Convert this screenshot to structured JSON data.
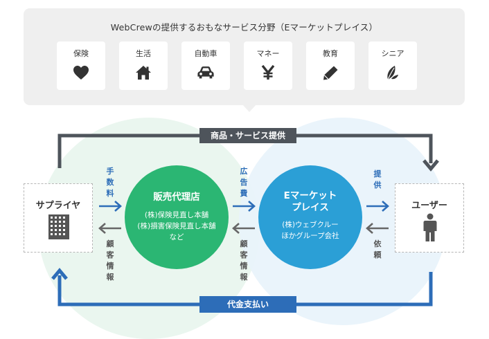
{
  "panel": {
    "title": "WebCrewの提供するおもなサービス分野（Eマーケットプレイス）",
    "categories": [
      {
        "label": "保険",
        "icon": "heart-icon"
      },
      {
        "label": "生活",
        "icon": "house-icon"
      },
      {
        "label": "自動車",
        "icon": "car-icon"
      },
      {
        "label": "マネー",
        "icon": "yen-icon"
      },
      {
        "label": "教育",
        "icon": "pencil-icon"
      },
      {
        "label": "シニア",
        "icon": "leaf-icon"
      }
    ]
  },
  "flows": {
    "goods": "商品・サービス提供",
    "payment": "代金支払い"
  },
  "supplier": {
    "title": "サプライヤ",
    "icon": "building-icon"
  },
  "agency": {
    "title": "販売代理店",
    "sub": [
      "(株)保険見直し本舗",
      "(株)損害保険見直し本舗",
      "など"
    ]
  },
  "marketplace": {
    "title": [
      "Eマーケット",
      "プレイス"
    ],
    "sub": [
      "(株)ウェブクルー",
      "ほかグループ会社"
    ]
  },
  "user": {
    "title": "ユーザー",
    "icon": "person-icon"
  },
  "labels": {
    "sales_info": "手数料",
    "customer_info_1": "顧客情報",
    "ad_fee": "広告費",
    "customer_info_2": "顧客情報",
    "provide": "提供",
    "request": "依頼"
  },
  "colors": {
    "green": "#2bb673",
    "blue": "#2b9fd6",
    "dark_blue": "#2d6db8",
    "dark_grey": "#4e545b",
    "light_green": "#eaf6ef",
    "light_blue": "#e8f3fb"
  }
}
